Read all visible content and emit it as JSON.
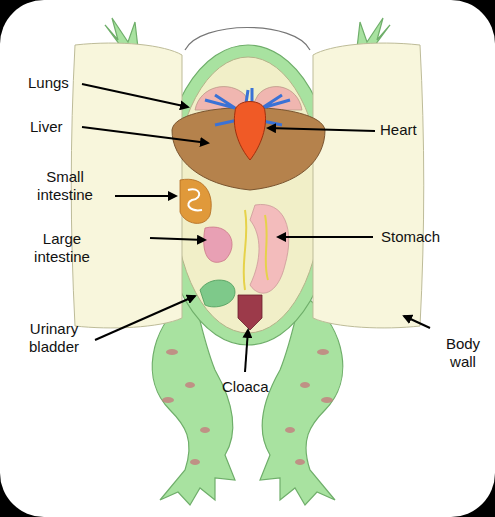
{
  "diagram": {
    "labels": [
      "Lungs",
      "Liver",
      "Small intestine",
      "Large intestine",
      "Urinary bladder",
      "Cloaca",
      "Heart",
      "Stomach",
      "Body wall"
    ]
  }
}
